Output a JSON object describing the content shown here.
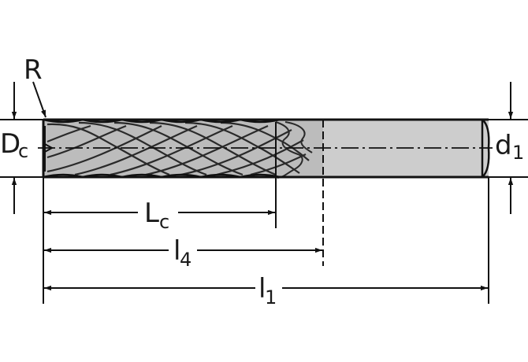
{
  "labels": {
    "radius": "R",
    "cutting_diameter": "D",
    "cutting_diameter_sub": "c",
    "shank_diameter": "d",
    "shank_diameter_sub": "1",
    "cutting_length": "L",
    "cutting_length_sub": "c",
    "neck_length": "l",
    "neck_length_sub": "4",
    "overall_length": "l",
    "overall_length_sub": "1"
  },
  "colors": {
    "shank_fill": "#cdcdcd",
    "flute_fill": "#bcbcbc",
    "line": "#111111"
  }
}
